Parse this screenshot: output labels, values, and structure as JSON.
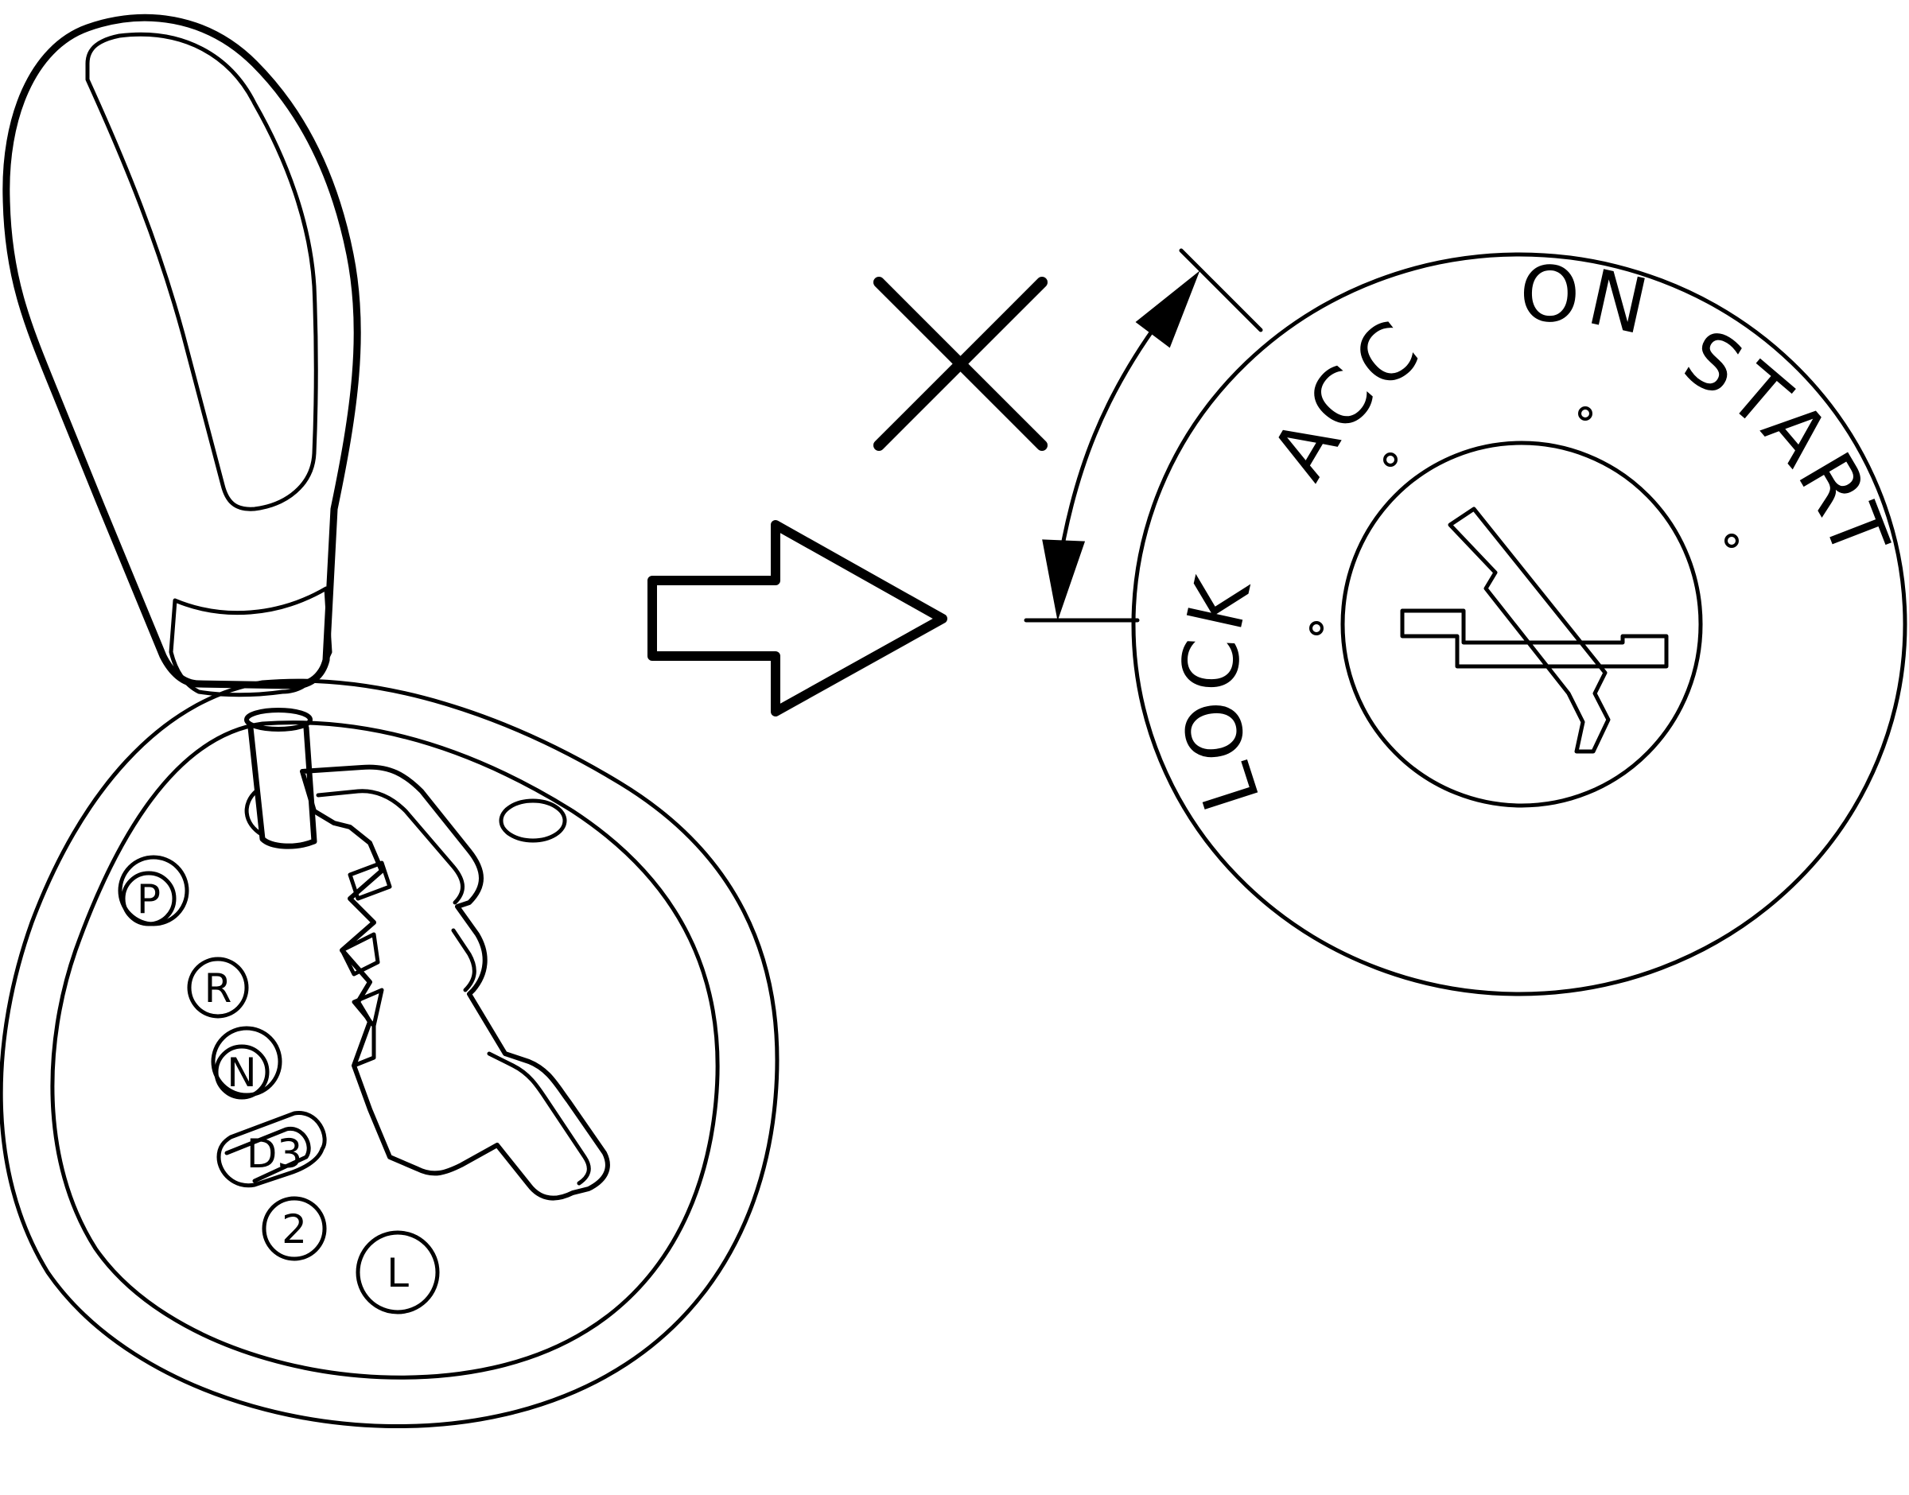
{
  "colors": {
    "line": "#000000",
    "background": "#ffffff"
  },
  "shifter": {
    "gears": [
      "P",
      "R",
      "N",
      "D3",
      "2",
      "L"
    ],
    "selected_gear": "P"
  },
  "ignition": {
    "positions": [
      "LOCK",
      "ACC",
      "ON",
      "START"
    ],
    "prohibited_mark": "X"
  },
  "icons": [
    "shift-lever-icon",
    "right-arrow-icon",
    "x-mark-icon",
    "double-arrow-icon",
    "ignition-switch-icon",
    "no-key-symbol-icon"
  ]
}
